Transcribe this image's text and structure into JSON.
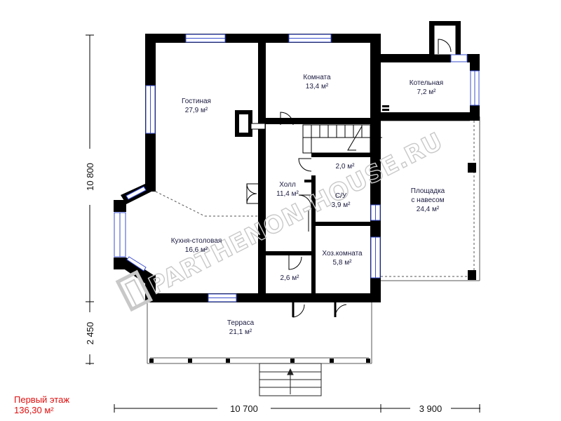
{
  "floor": {
    "title": "Первый этаж",
    "area": "136,30 м²"
  },
  "watermark": "PARTHENON-HOUSE.RU",
  "colors": {
    "wall": "#000000",
    "window": "#3a4fd0",
    "text": "#1a1a40",
    "floor_title": "#e01010",
    "watermark": "#c8c8c8"
  },
  "rooms": [
    {
      "id": "living",
      "name": "Гостиная",
      "area": "27,9 м²"
    },
    {
      "id": "room",
      "name": "Комната",
      "area": "13,4 м²"
    },
    {
      "id": "boiler",
      "name": "Котельная",
      "area": "7,2 м²"
    },
    {
      "id": "hall",
      "name": "Холл",
      "area": "11,4 м²"
    },
    {
      "id": "small1",
      "name": "",
      "area": "2,0 м²"
    },
    {
      "id": "bath",
      "name": "С/У",
      "area": "3,9 м²"
    },
    {
      "id": "carport",
      "name": "Площадка",
      "name2": "с навесом",
      "area": "24,4 м²"
    },
    {
      "id": "kitchen",
      "name": "Кухня-столовая",
      "area": "16,6 м²"
    },
    {
      "id": "utility",
      "name": "Хоз.комната",
      "area": "5,8 м²"
    },
    {
      "id": "small2",
      "name": "",
      "area": "2,6 м²"
    },
    {
      "id": "terrace",
      "name": "Терраса",
      "area": "21,1 м²"
    }
  ],
  "dimensions": {
    "height_main": "10 800",
    "height_terrace": "2 450",
    "width_main": "10 700",
    "width_carport": "3 900"
  }
}
